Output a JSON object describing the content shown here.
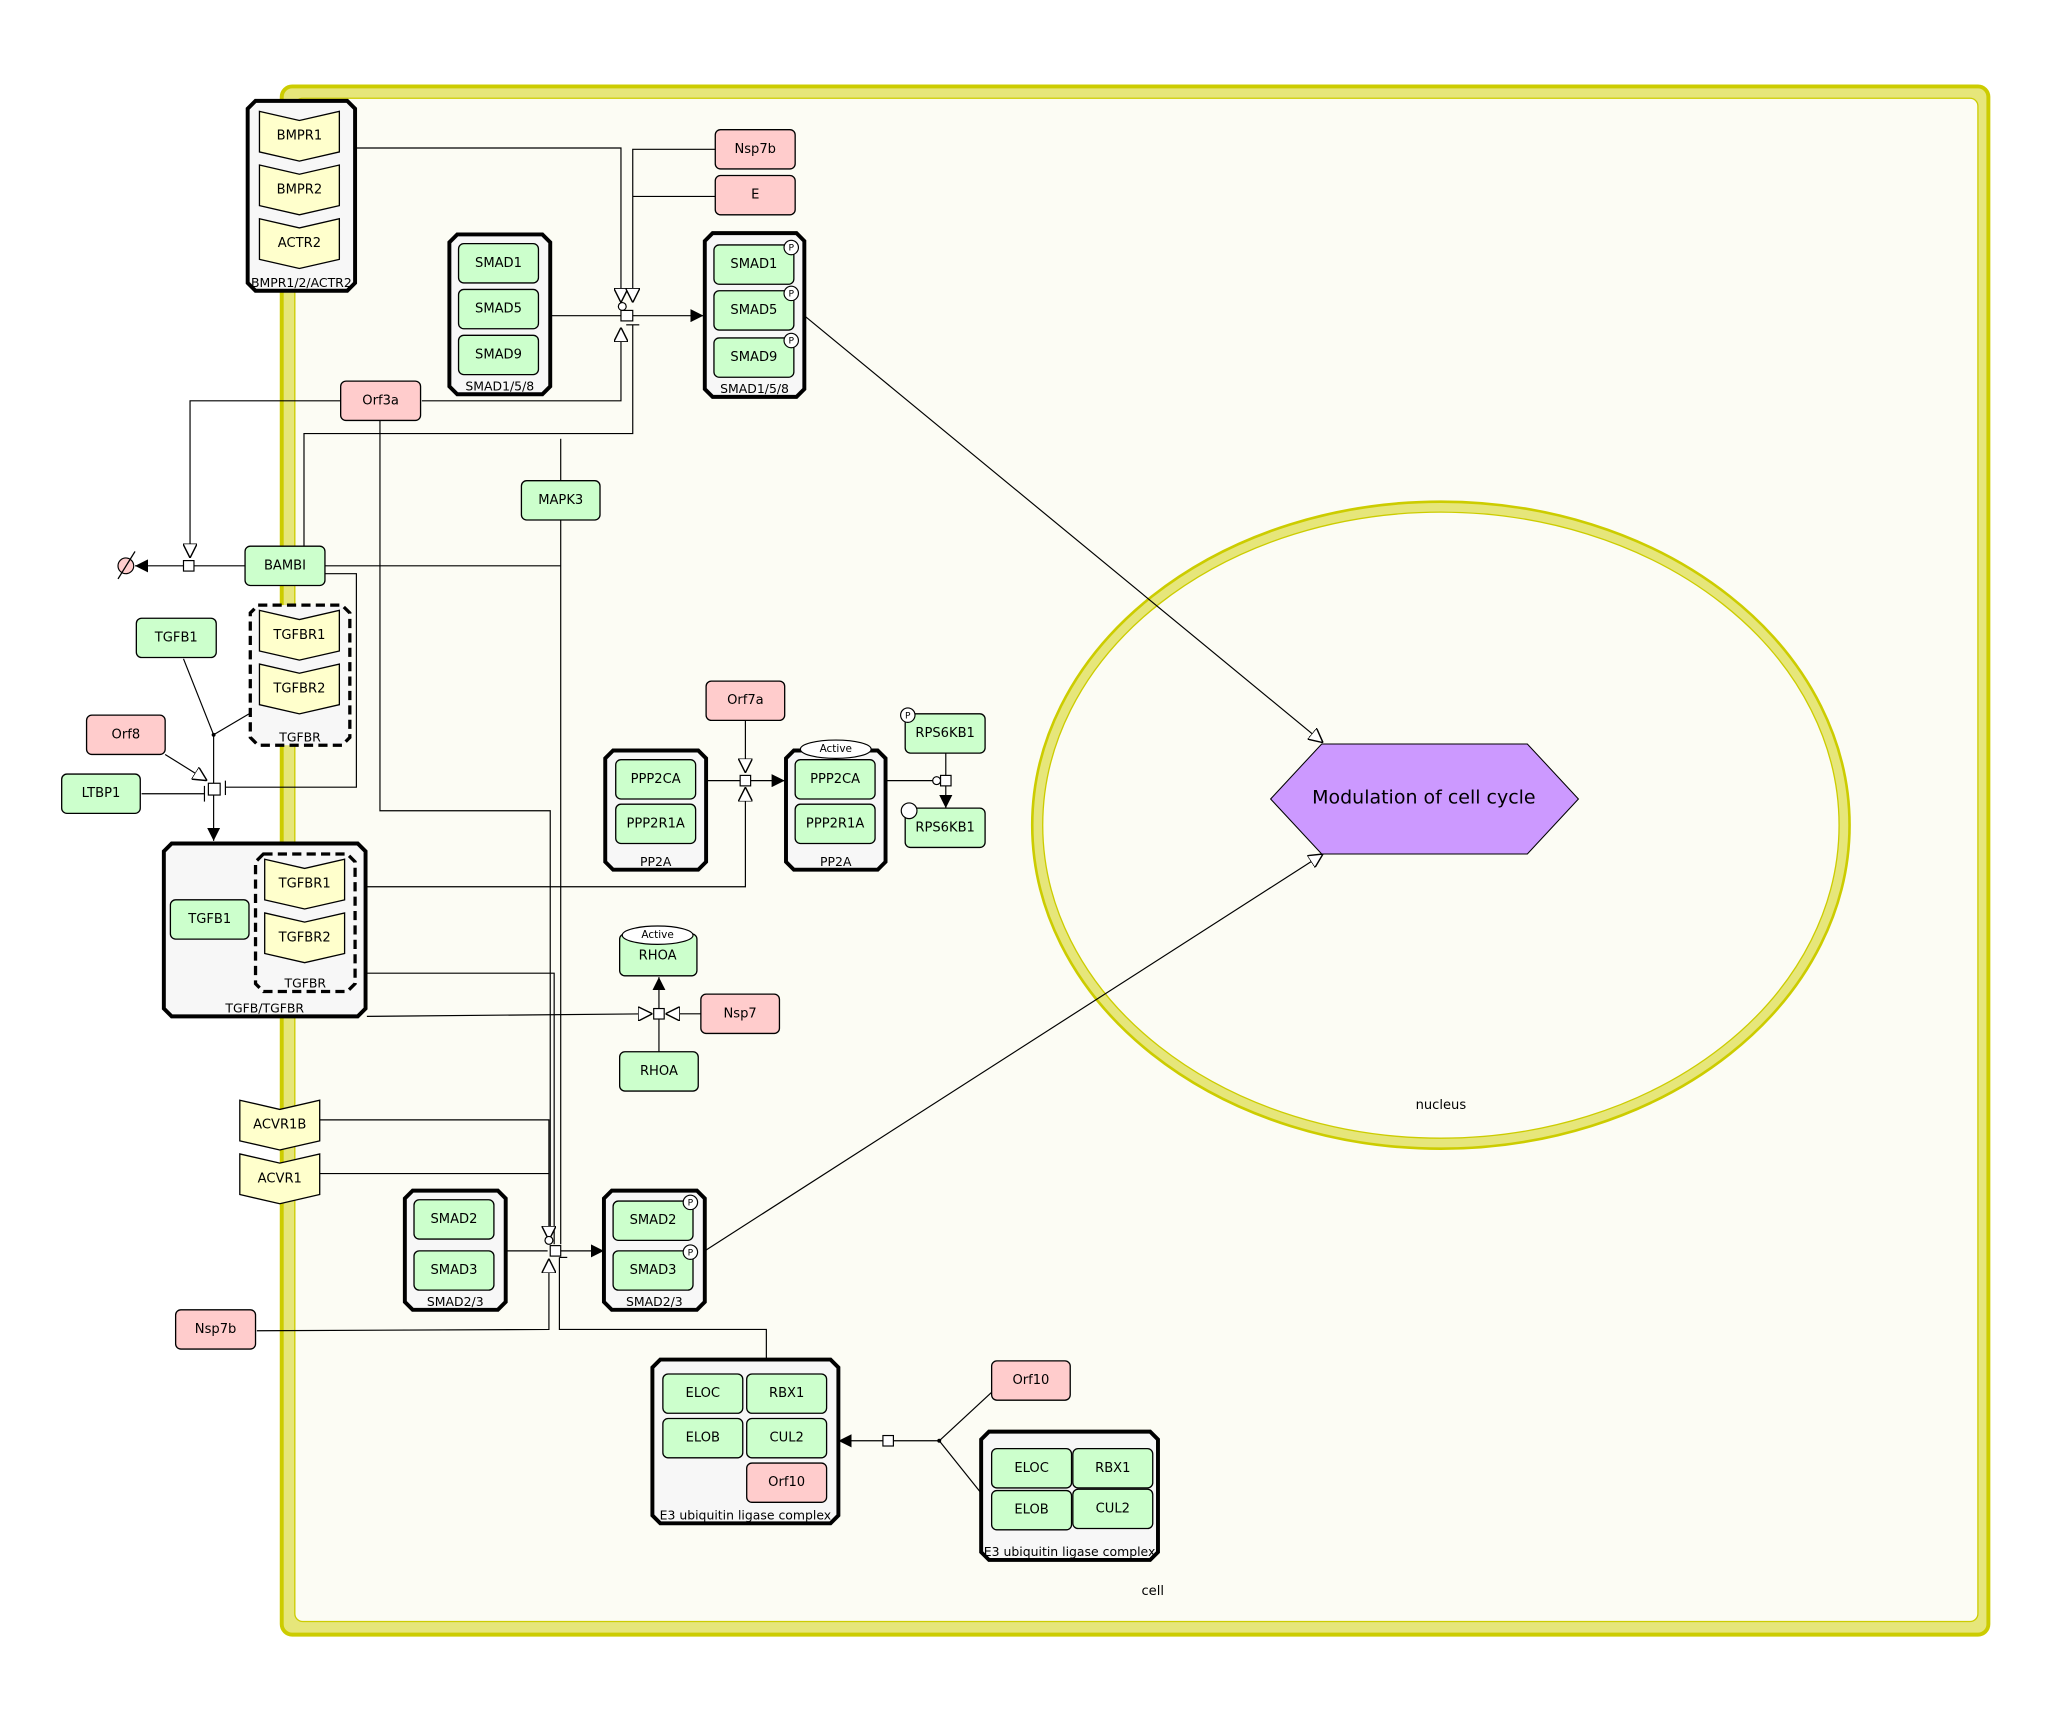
{
  "diagram": {
    "type": "CellDesigner pathway map",
    "compartments": {
      "cell": "cell",
      "nucleus": "nucleus"
    },
    "phenotype": "Modulation of cell cycle",
    "complexes": {
      "bmpr": {
        "label": "BMPR1/2/ACTR2",
        "members": [
          "BMPR1",
          "BMPR2",
          "ACTR2"
        ]
      },
      "smad158_in": {
        "label": "SMAD1/5/8",
        "members": [
          "SMAD1",
          "SMAD5",
          "SMAD9"
        ]
      },
      "smad158_out": {
        "label": "SMAD1/5/8",
        "members": [
          "SMAD1",
          "SMAD5",
          "SMAD9"
        ],
        "modification": "P"
      },
      "tgfbr": {
        "label": "TGFBR",
        "members": [
          "TGFBR1",
          "TGFBR2"
        ]
      },
      "tgfb_tgfbr": {
        "label": "TGFB/TGFBR",
        "member": "TGFB1",
        "inner_label": "TGFBR",
        "inner_members": [
          "TGFBR1",
          "TGFBR2"
        ]
      },
      "pp2a_in": {
        "label": "PP2A",
        "members": [
          "PPP2CA",
          "PPP2R1A"
        ]
      },
      "pp2a_out": {
        "label": "PP2A",
        "members": [
          "PPP2CA",
          "PPP2R1A"
        ],
        "state": "Active"
      },
      "smad23_in": {
        "label": "SMAD2/3",
        "members": [
          "SMAD2",
          "SMAD3"
        ]
      },
      "smad23_out": {
        "label": "SMAD2/3",
        "members": [
          "SMAD2",
          "SMAD3"
        ],
        "modification": "P"
      },
      "e3_out": {
        "label": "E3 ubiquitin ligase complex",
        "members": [
          "ELOC",
          "RBX1",
          "ELOB",
          "CUL2",
          "Orf10"
        ]
      },
      "e3_in": {
        "label": "E3 ubiquitin ligase complex",
        "members": [
          "ELOC",
          "RBX1",
          "ELOB",
          "CUL2"
        ]
      }
    },
    "nodes": {
      "nsp7b_top": "Nsp7b",
      "e": "E",
      "orf3a": "Orf3a",
      "mapk3": "MAPK3",
      "bambi": "BAMBI",
      "tgfb1": "TGFB1",
      "orf8": "Orf8",
      "ltbp1": "LTBP1",
      "orf7a": "Orf7a",
      "rps6kb1_p": "RPS6KB1",
      "rps6kb1": "RPS6KB1",
      "rhoa_active": "RHOA",
      "rhoa_active_state": "Active",
      "rhoa": "RHOA",
      "nsp7": "Nsp7",
      "acvr1b": "ACVR1B",
      "acvr1": "ACVR1",
      "nsp7b_bottom": "Nsp7b",
      "orf10": "Orf10"
    },
    "modification_symbol": "P",
    "colors": {
      "protein": "#ccffcc",
      "viral_protein": "#ffcccc",
      "receptor": "#ffffcc",
      "phenotype": "#cc99ff",
      "compartment_border": "#cccc00",
      "compartment_fill": "#fcfcf4"
    }
  }
}
